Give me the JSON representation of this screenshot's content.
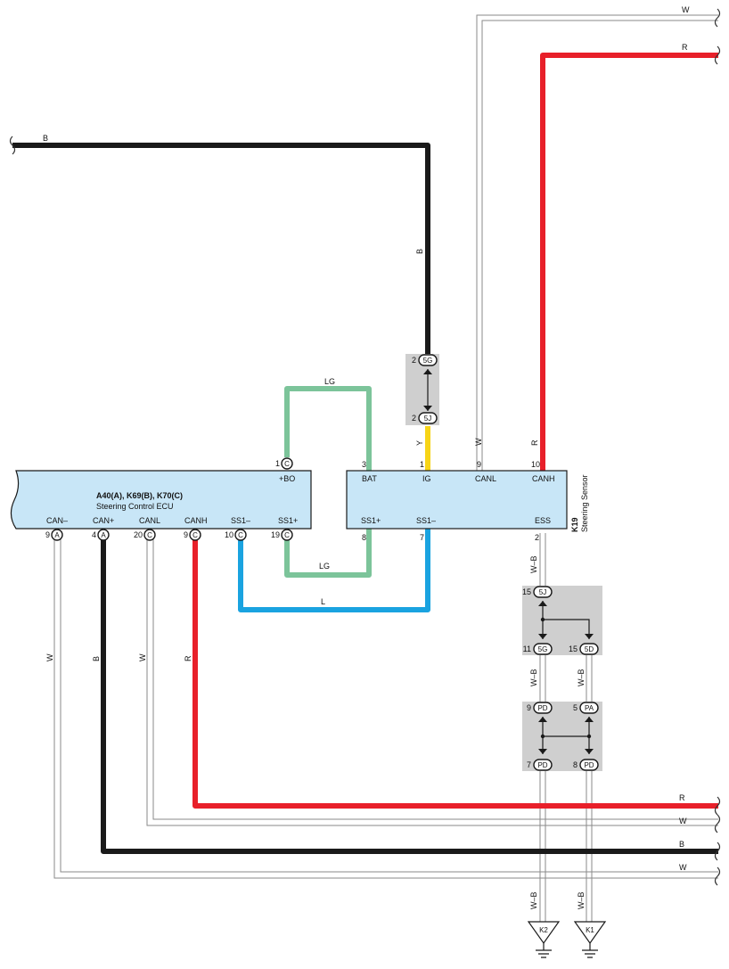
{
  "ecu": {
    "title": "A40(A), K69(B), K70(C)",
    "subtitle": "Steering Control ECU",
    "pins": {
      "bo_num": "1",
      "bo_conn": "C",
      "bo_label": "+BO",
      "canm_num": "9",
      "canm_conn": "A",
      "canm_label": "CAN–",
      "canp_num": "4",
      "canp_conn": "A",
      "canp_label": "CAN+",
      "canl_num": "20",
      "canl_conn": "C",
      "canl_label": "CANL",
      "canh_num": "9",
      "canh_conn": "C",
      "canh_label": "CANH",
      "ss1m_num": "10",
      "ss1m_conn": "C",
      "ss1m_label": "SS1–",
      "ss1p_num": "19",
      "ss1p_conn": "C",
      "ss1p_label": "SS1+"
    }
  },
  "sensor": {
    "code": "K19",
    "name": "Steering Sensor",
    "pins": {
      "bat_num": "3",
      "bat_label": "BAT",
      "ig_num": "1",
      "ig_label": "IG",
      "canl_num": "9",
      "canl_label": "CANL",
      "canh_num": "10",
      "canh_label": "CANH",
      "ss1p_num": "8",
      "ss1p_label": "SS1+",
      "ss1m_num": "7",
      "ss1m_label": "SS1–",
      "ess_num": "2",
      "ess_label": "ESS"
    }
  },
  "wire_colors": {
    "b": "B",
    "w": "W",
    "r": "R",
    "lg": "LG",
    "l": "L",
    "y": "Y",
    "wb": "W–B"
  },
  "junctions": {
    "j1_top_num": "2",
    "j1_top_conn": "5G",
    "j1_bot_num": "2",
    "j1_bot_conn": "5J",
    "j2_top_num": "15",
    "j2_top_conn": "5J",
    "j2_bl_num": "11",
    "j2_bl_conn": "5G",
    "j2_br_num": "15",
    "j2_br_conn": "5D",
    "j3_tl_num": "9",
    "j3_tl_conn": "PD",
    "j3_tr_num": "5",
    "j3_tr_conn": "PA",
    "j3_bl_num": "7",
    "j3_bl_conn": "PD",
    "j3_br_num": "8",
    "j3_br_conn": "PD"
  },
  "grounds": {
    "g1": "K2",
    "g2": "K1"
  },
  "colors": {
    "black": "#1a1a1a",
    "red": "#e8202a",
    "lightgreen": "#7cc49a",
    "blue": "#1aa3e0",
    "yellow": "#f7d417",
    "box_fill": "#c8e6f7",
    "junction_fill": "#cfcfcf",
    "white_wire": "#8a8a8a"
  }
}
